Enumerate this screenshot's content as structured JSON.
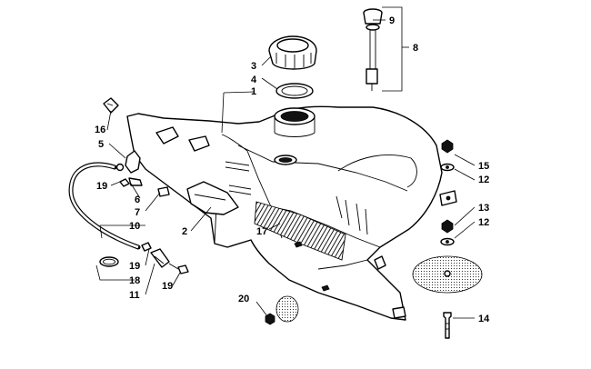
{
  "callouts": [
    {
      "id": "c1",
      "text": "1"
    },
    {
      "id": "c2",
      "text": "2"
    },
    {
      "id": "c3",
      "text": "3"
    },
    {
      "id": "c4",
      "text": "4"
    },
    {
      "id": "c5",
      "text": "5"
    },
    {
      "id": "c6",
      "text": "6"
    },
    {
      "id": "c7",
      "text": "7"
    },
    {
      "id": "c8",
      "text": "8"
    },
    {
      "id": "c9",
      "text": "9"
    },
    {
      "id": "c10",
      "text": "10"
    },
    {
      "id": "c11",
      "text": "11"
    },
    {
      "id": "c12a",
      "text": "12"
    },
    {
      "id": "c12b",
      "text": "12"
    },
    {
      "id": "c13",
      "text": "13"
    },
    {
      "id": "c14",
      "text": "14"
    },
    {
      "id": "c15",
      "text": "15"
    },
    {
      "id": "c16",
      "text": "16"
    },
    {
      "id": "c17",
      "text": "17"
    },
    {
      "id": "c18",
      "text": "18"
    },
    {
      "id": "c19a",
      "text": "19"
    },
    {
      "id": "c19b",
      "text": "19"
    },
    {
      "id": "c19c",
      "text": "19"
    },
    {
      "id": "c20",
      "text": "20"
    }
  ]
}
